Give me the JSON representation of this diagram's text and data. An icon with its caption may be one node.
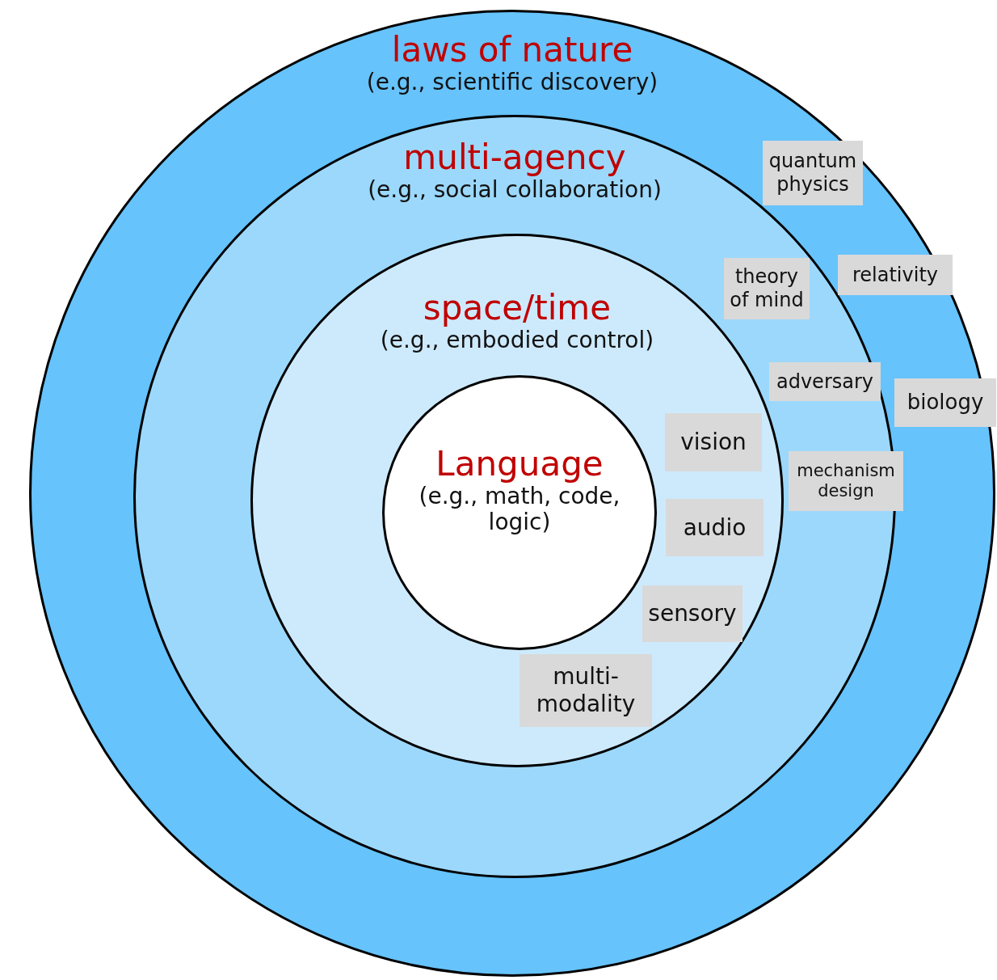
{
  "diagram": {
    "nodes": [
      {
        "text": [
          "laws of nature",
          "(e.g., scientific discovery)"
        ]
      },
      {
        "text": [
          "multi-agency",
          "(e.g., social collaboration)"
        ],
        "in": 0
      },
      {
        "text": [
          "space/time",
          "(e.g., embodied control)"
        ],
        "in": 1
      },
      {
        "text": [
          "Language",
          "(e.g., math, code, logic)"
        ],
        "in": 2
      },
      {
        "text": [
          "quantum physics"
        ],
        "in": 1
      },
      {
        "text": [
          "theory of mind"
        ],
        "in": 1
      },
      {
        "text": [
          "relativity"
        ],
        "in": 0
      },
      {
        "text": [
          "adversary"
        ],
        "in": 1
      },
      {
        "text": [
          "biology"
        ],
        "in": 0
      },
      {
        "text": [
          "vision"
        ],
        "in": 2
      },
      {
        "text": [
          "mechanism design"
        ],
        "in": 1
      },
      {
        "text": [
          "audio"
        ],
        "in": 2
      },
      {
        "text": [
          "sensory"
        ],
        "in": 2
      },
      {
        "text": [
          "multi-modality"
        ],
        "in": 2
      }
    ]
  }
}
